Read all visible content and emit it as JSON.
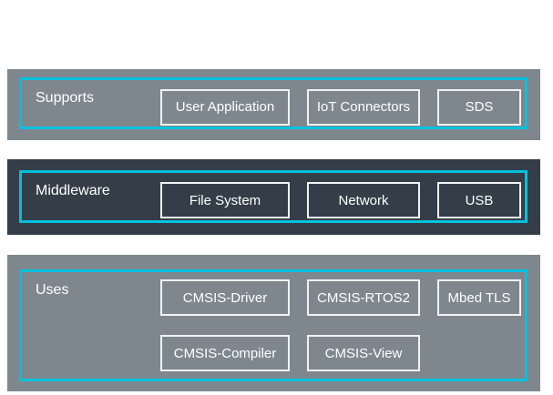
{
  "colors": {
    "page_bg": "#ffffff",
    "band_gray": "#7e878e",
    "band_dark": "#333e48",
    "accent_cyan": "#00c1de",
    "box_border": "#f2f2f2",
    "text": "#ffffff"
  },
  "bands": [
    {
      "label": "Supports",
      "boxes": [
        "User Application",
        "IoT Connectors",
        "SDS"
      ]
    },
    {
      "label": "Middleware",
      "boxes": [
        "File System",
        "Network",
        "USB"
      ]
    },
    {
      "label": "Uses",
      "rows": [
        [
          "CMSIS-Driver",
          "CMSIS-RTOS2",
          "Mbed TLS"
        ],
        [
          "CMSIS-Compiler",
          "CMSIS-View"
        ]
      ]
    }
  ]
}
